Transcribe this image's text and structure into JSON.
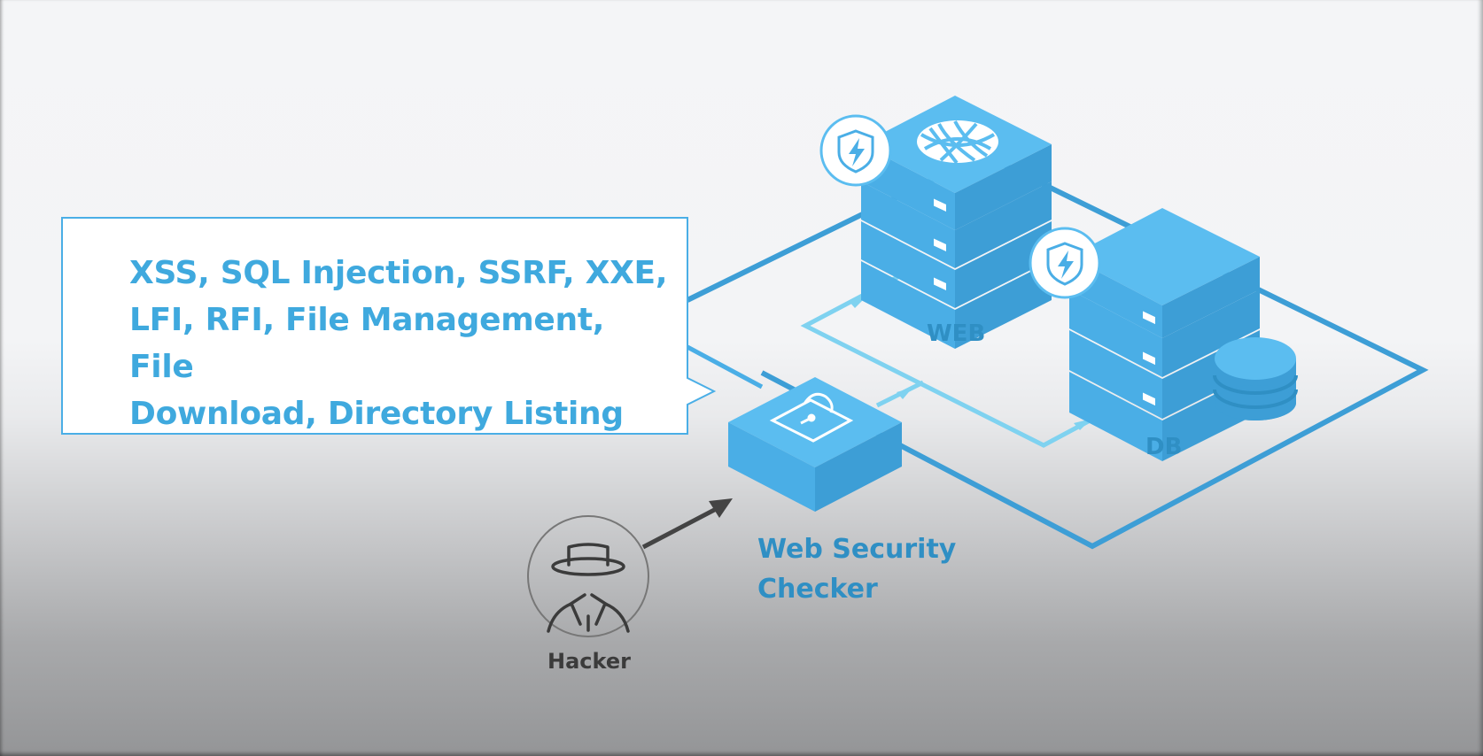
{
  "callout": {
    "lines": [
      "XSS, SQL Injection, SSRF, XXE,",
      "LFI, RFI, File Management, File",
      "Download, Directory Listing"
    ]
  },
  "nodes": {
    "web": {
      "label": "WEB",
      "icon": "globe-icon",
      "badge": "shield-lightning-icon"
    },
    "db": {
      "label": "DB",
      "icon": "database-icon",
      "badge": "shield-lightning-icon"
    },
    "checker": {
      "label_line1": "Web Security",
      "label_line2": "Checker",
      "icon": "padlock-icon"
    },
    "hacker": {
      "label": "Hacker",
      "icon": "hacker-icon"
    }
  },
  "colors": {
    "text_blue": "#3fa9de",
    "label_blue": "#2f8fc4",
    "server_top": "#5bbdf0",
    "server_left": "#4aaee6",
    "server_right": "#3d9ed6",
    "network_line": "#3d9ed6",
    "flow_line": "#7fd2f0",
    "hacker_gray": "#3b3b3b"
  }
}
